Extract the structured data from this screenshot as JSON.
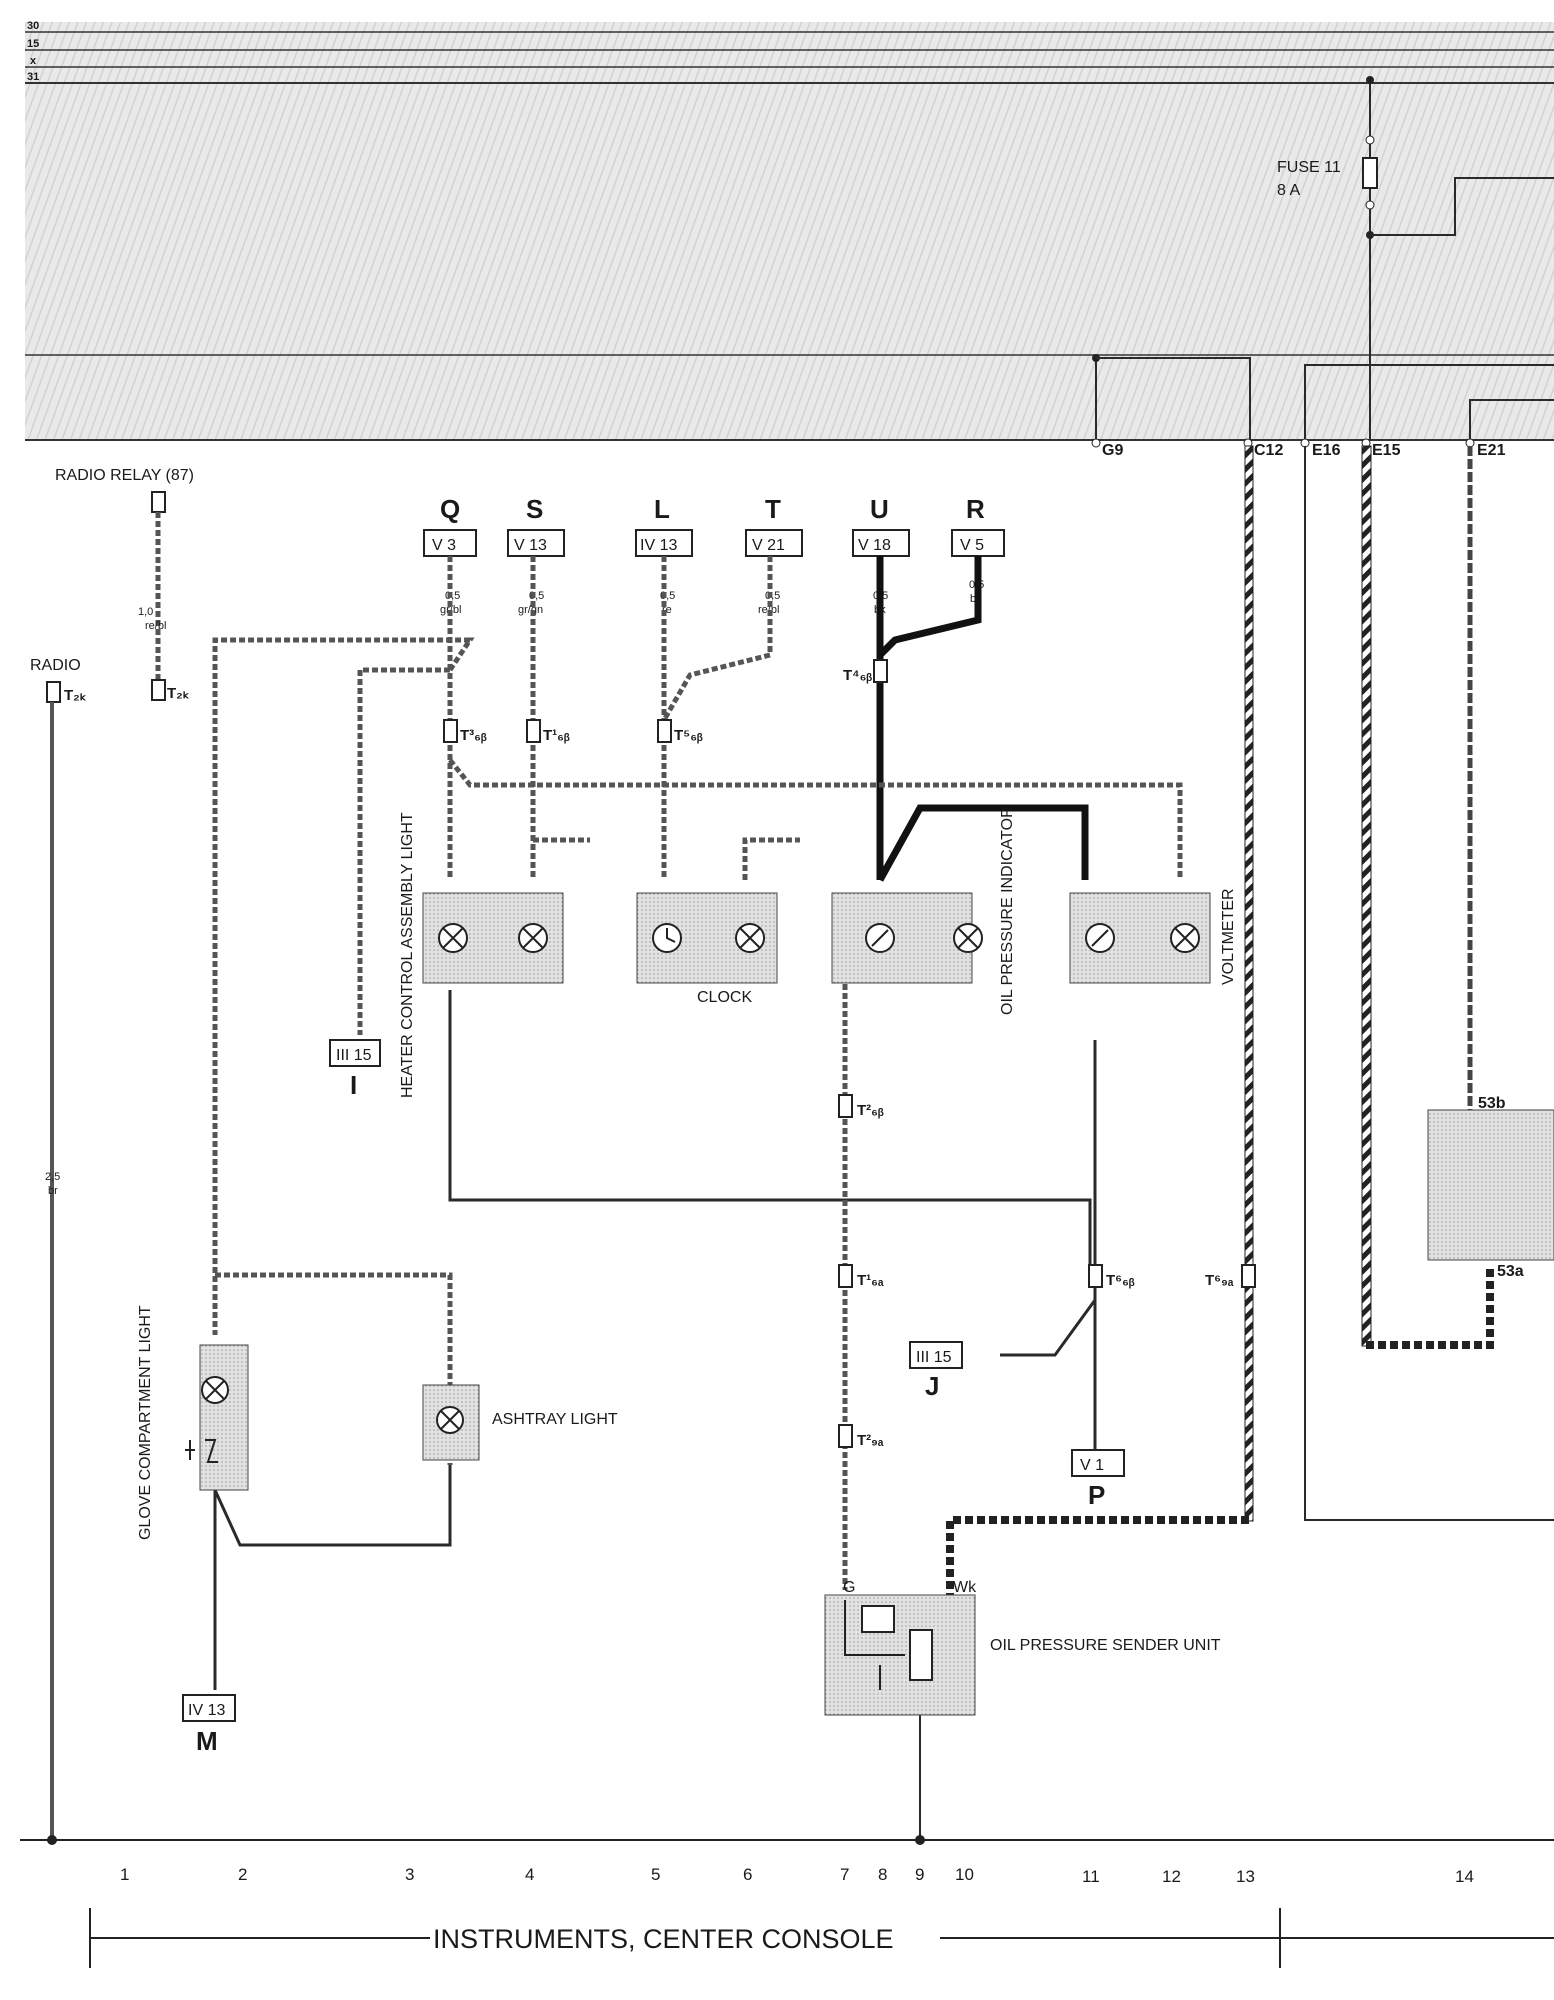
{
  "bus_labels": [
    "30",
    "15",
    "x",
    "31"
  ],
  "fuse": {
    "label": "FUSE 11",
    "rating": "8 A"
  },
  "ground_points": [
    "G9",
    "C12",
    "E16",
    "E15",
    "E21"
  ],
  "connectors": {
    "radio_relay": "RADIO RELAY (87)",
    "radio": "RADIO"
  },
  "plug_refs": [
    {
      "letter": "Q",
      "box": "V 3",
      "gauge": "0,5",
      "color": "gr/bl"
    },
    {
      "letter": "S",
      "box": "V 13",
      "gauge": "0,5",
      "color": "gr/gn"
    },
    {
      "letter": "L",
      "box": "IV 13",
      "gauge": "0,5",
      "color": "re"
    },
    {
      "letter": "T",
      "box": "V 21",
      "gauge": "0,5",
      "color": "re/bl"
    },
    {
      "letter": "U",
      "box": "V 18",
      "gauge": "0,5",
      "color": "bk"
    },
    {
      "letter": "R",
      "box": "V 5",
      "gauge": "0,5",
      "color": "bk"
    }
  ],
  "components": {
    "heater": "HEATER CONTROL ASSEMBLY LIGHT",
    "clock": "CLOCK",
    "oil_indicator": "OIL PRESSURE INDICATOR",
    "voltmeter": "VOLTMETER",
    "glove": "GLOVE COMPARTMENT LIGHT",
    "ashtray": "ASHTRAY LIGHT",
    "sender": "OIL PRESSURE SENDER UNIT"
  },
  "bottom_refs": [
    {
      "letter": "I",
      "box": "III 15"
    },
    {
      "letter": "J",
      "box": "III 15"
    },
    {
      "letter": "P",
      "box": "V 1"
    },
    {
      "letter": "M",
      "box": "IV 13"
    }
  ],
  "columns": [
    "1",
    "2",
    "3",
    "4",
    "5",
    "6",
    "7",
    "8",
    "9",
    "10",
    "11",
    "12",
    "13",
    "14"
  ],
  "footer": "INSTRUMENTS, CENTER CONSOLE"
}
